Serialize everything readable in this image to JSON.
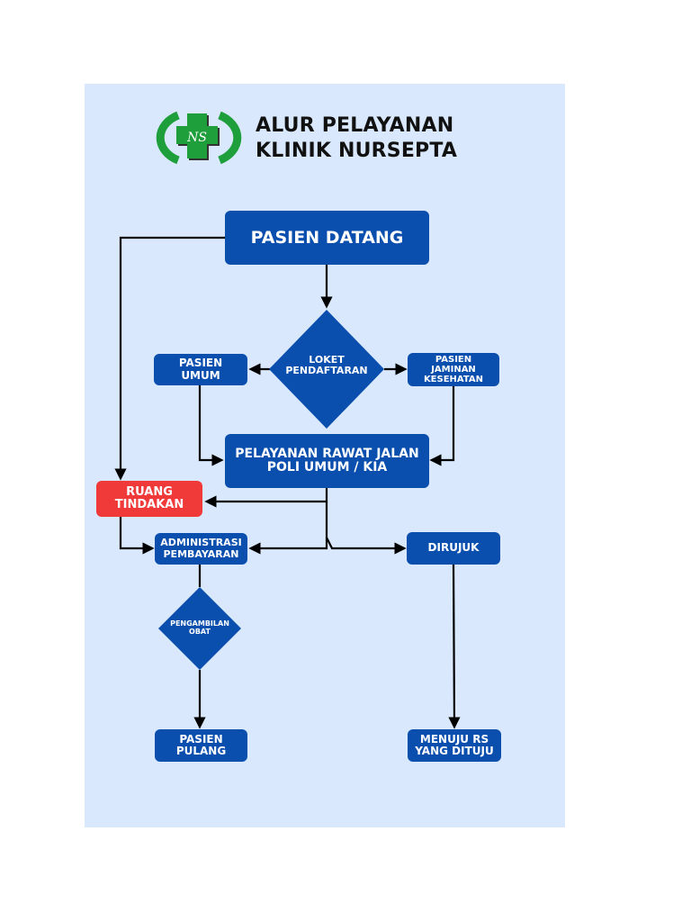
{
  "title": {
    "line1": "ALUR PELAYANAN",
    "line2": "KLINIK NURSEPTA",
    "logo_text": "NS"
  },
  "nodes": {
    "pasien_datang": "PASIEN DATANG",
    "loket": {
      "line1": "LOKET",
      "line2": "PENDAFTARAN"
    },
    "pasien_umum": {
      "line1": "PASIEN",
      "line2": "UMUM"
    },
    "pasien_jaminan": {
      "line1": "PASIEN",
      "line2": "JAMINAN",
      "line3": "KESEHATAN"
    },
    "rawat_jalan": {
      "line1": "PELAYANAN RAWAT JALAN",
      "line2": "POLI UMUM / KIA"
    },
    "ruang_tindakan": {
      "line1": "RUANG",
      "line2": "TINDAKAN"
    },
    "administrasi": {
      "line1": "ADMINISTRASI",
      "line2": "PEMBAYARAN"
    },
    "dirujuk": "DIRUJUK",
    "pengambilan_obat": {
      "line1": "PENGAMBILAN",
      "line2": "OBAT"
    },
    "pasien_pulang": {
      "line1": "PASIEN",
      "line2": "PULANG"
    },
    "menuju_rs": {
      "line1": "MENUJU RS",
      "line2": "YANG DITUJU"
    }
  },
  "colors": {
    "background": "#d9e8fc",
    "node": "#0b4fae",
    "highlight_node": "#f03a3a",
    "logo_green": "#1f9e3c",
    "arrow": "#000000"
  }
}
